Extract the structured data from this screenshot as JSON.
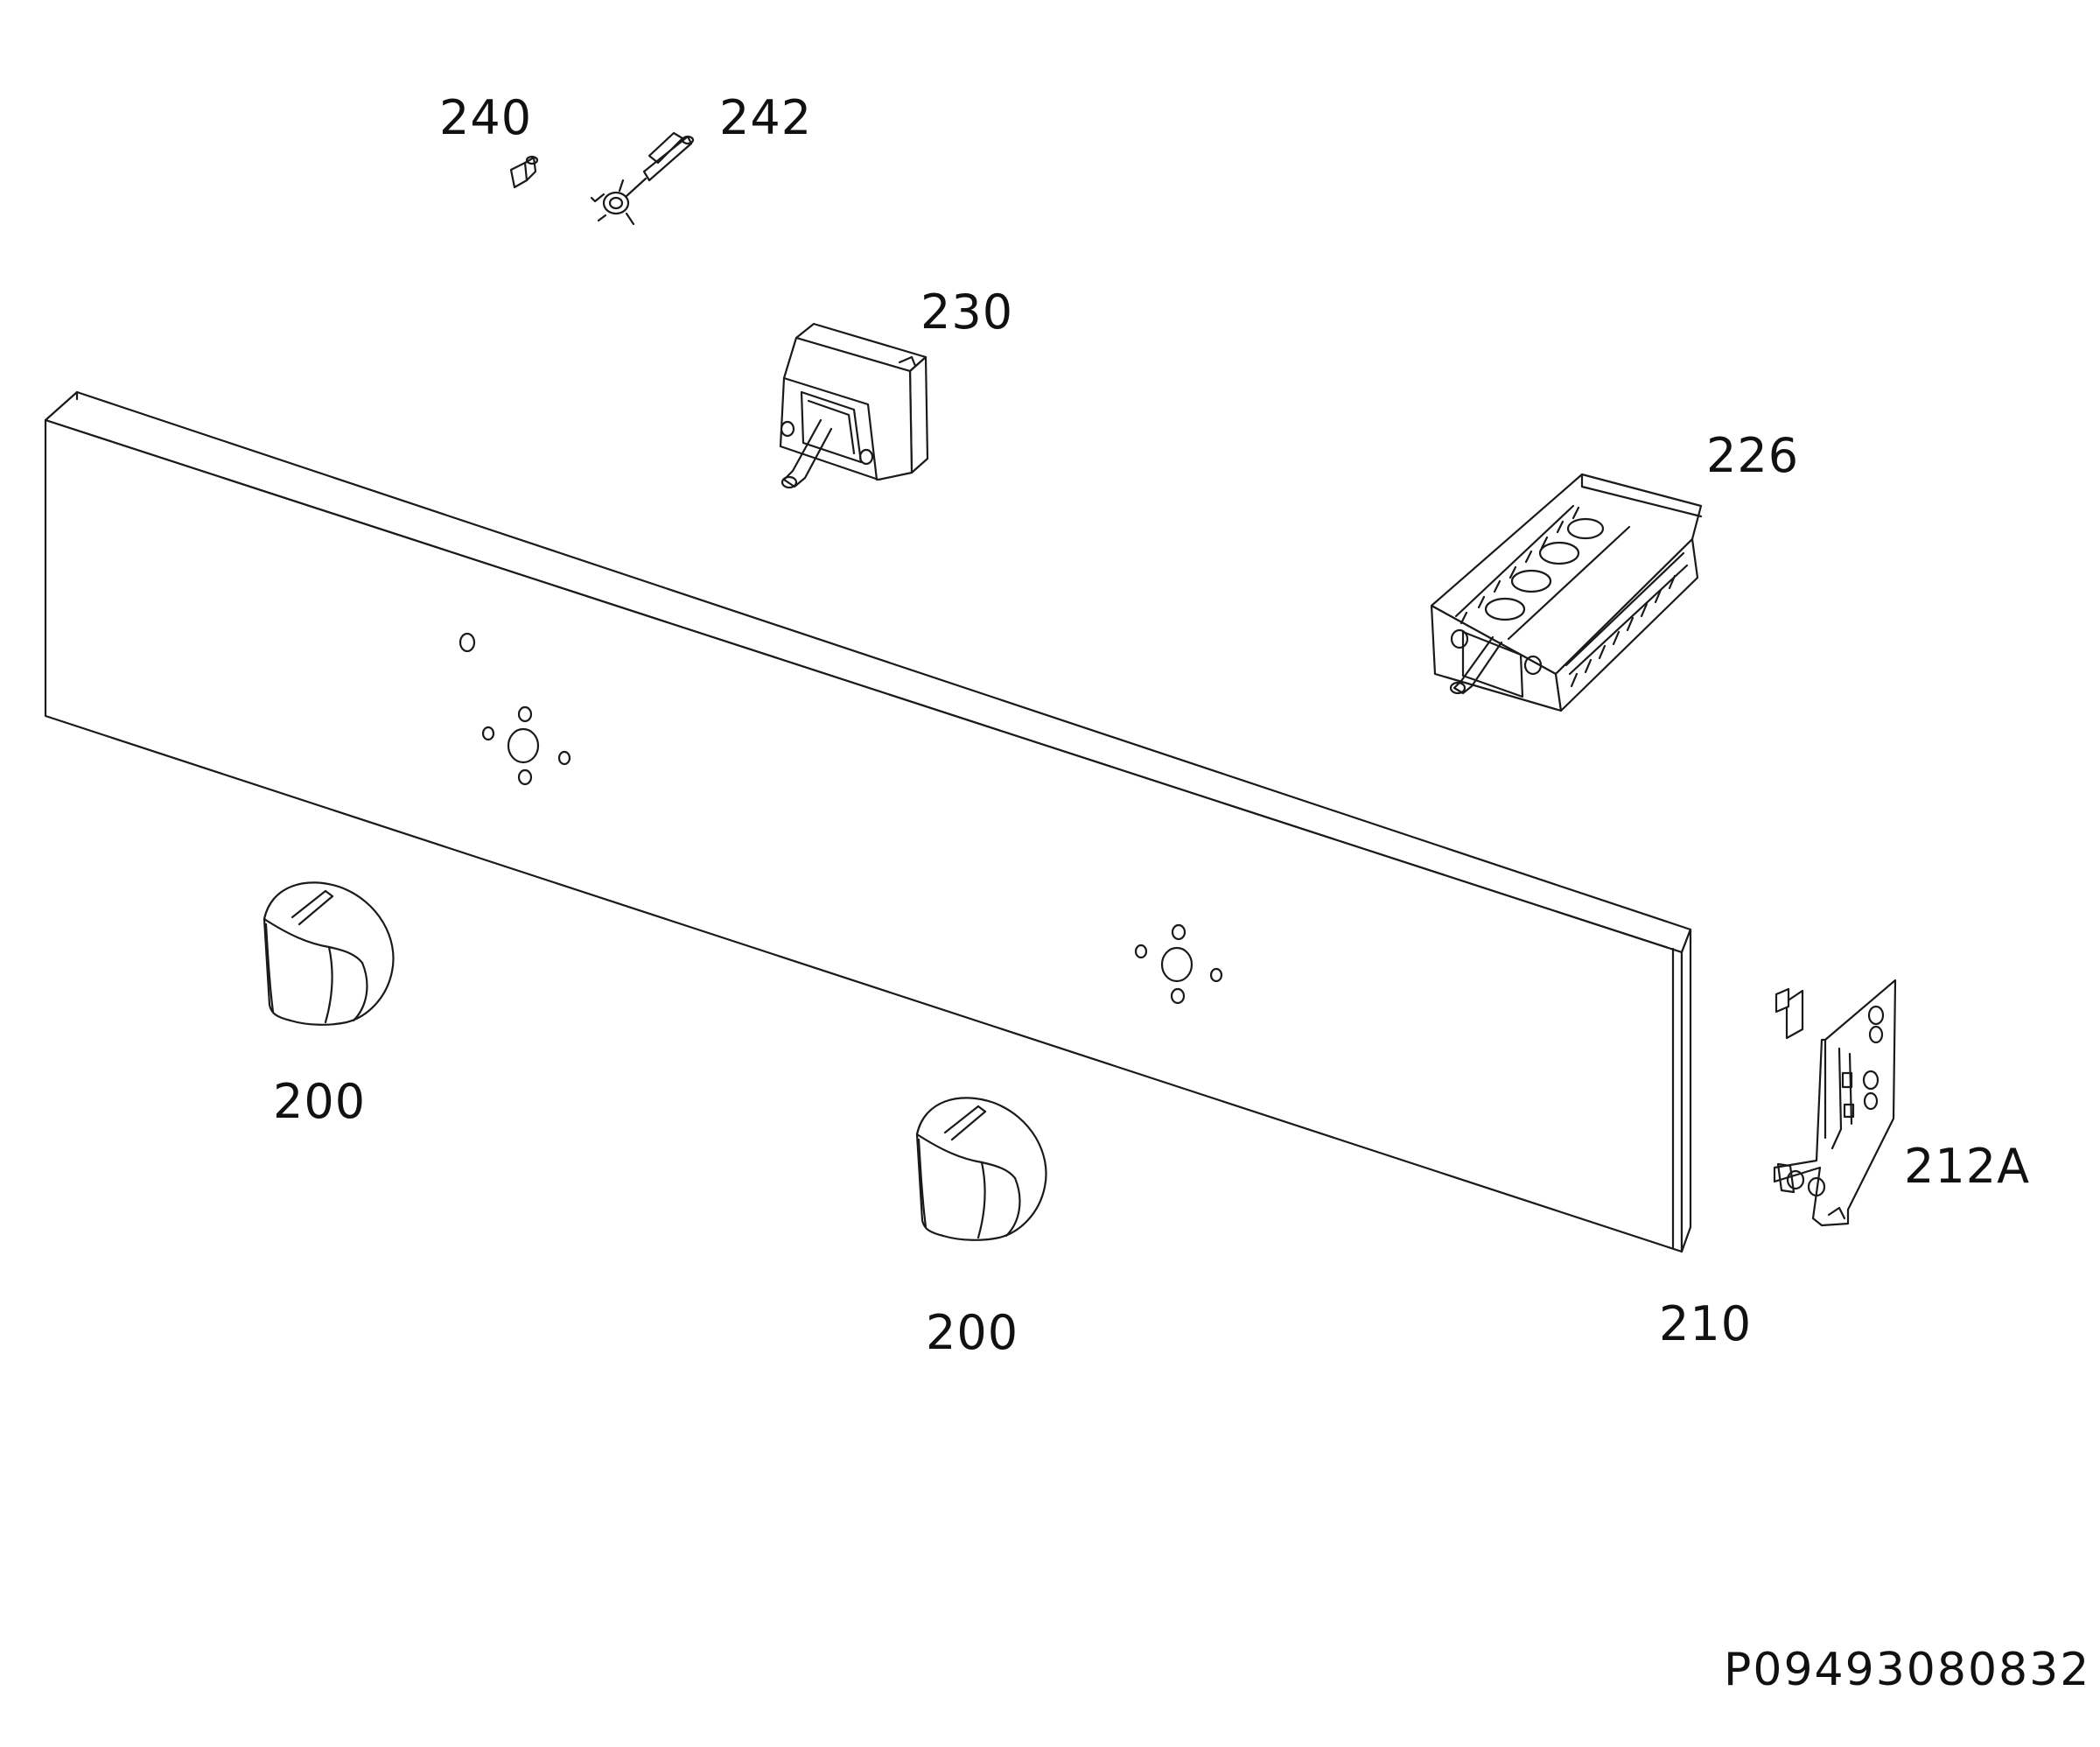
{
  "parts": [
    {
      "id": "knob-left",
      "number": "200",
      "name": "control-knob"
    },
    {
      "id": "knob-right",
      "number": "200",
      "name": "control-knob"
    },
    {
      "id": "panel",
      "number": "210",
      "name": "control-panel"
    },
    {
      "id": "bracket",
      "number": "212A",
      "name": "bracket"
    },
    {
      "id": "selector",
      "number": "226",
      "name": "selector-switch"
    },
    {
      "id": "thermostat",
      "number": "230",
      "name": "thermostat"
    },
    {
      "id": "pin-small",
      "number": "240",
      "name": "pin"
    },
    {
      "id": "pin-spring",
      "number": "242",
      "name": "spring-pin"
    }
  ],
  "drawing_ref": "P09493080832",
  "colors": {
    "line": "#1a1a1a",
    "background": "#ffffff"
  }
}
